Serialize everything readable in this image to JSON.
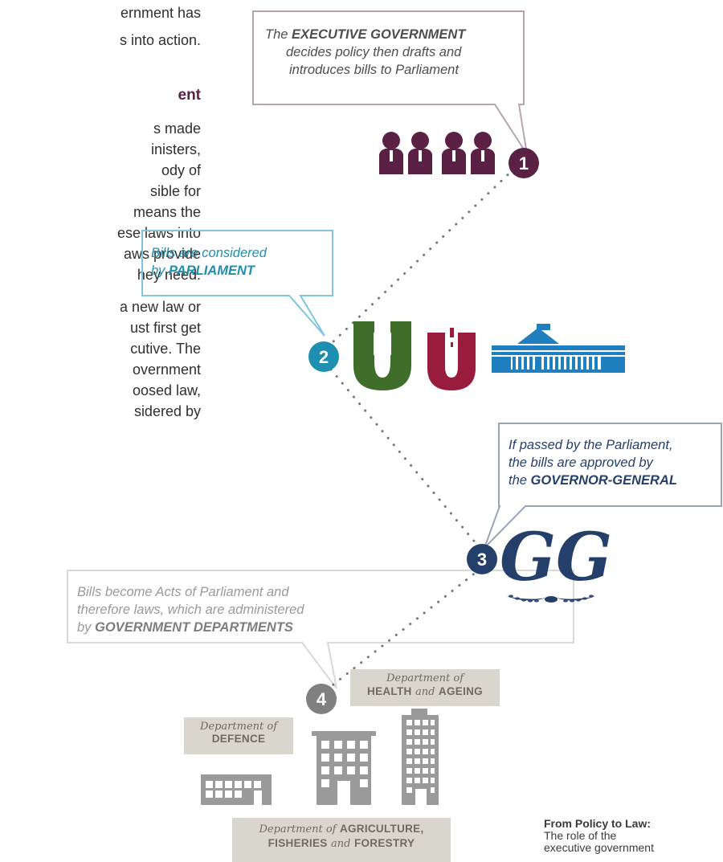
{
  "left_text": {
    "lines_top": [
      "ernment has",
      "s into action."
    ],
    "heading": "ent",
    "para1": [
      "s made",
      "inisters,",
      "ody of",
      "sible for",
      "means the",
      "ese laws into",
      "aws provide",
      "hey need."
    ],
    "para2": [
      "a new law or",
      "ust first get",
      "cutive. The",
      "overnment",
      "oosed law,",
      "sidered by"
    ]
  },
  "steps": {
    "s1": {
      "number": "1",
      "pre": "The ",
      "bold": "EXECUTIVE GOVERNMENT",
      "rest1": "decides policy then drafts and",
      "rest2": "introduces bills to Parliament"
    },
    "s2": {
      "number": "2",
      "line1": "Bills are considered",
      "pre": "by ",
      "bold": "PARLIAMENT"
    },
    "s3": {
      "number": "3",
      "line1": "If passed by the Parliament,",
      "line2": "the bills are approved by",
      "pre": "the ",
      "bold": "GOVERNOR-GENERAL",
      "logo": "GG"
    },
    "s4": {
      "number": "4",
      "line1": "Bills become Acts of Parliament and",
      "line2": "therefore laws, which are administered",
      "pre": "by ",
      "bold": "GOVERNMENT DEPARTMENTS"
    }
  },
  "departments": {
    "health": {
      "script": "Department of",
      "caps1": "HEALTH",
      "and": "and",
      "caps2": "AGEING"
    },
    "defence": {
      "script": "Department of",
      "caps1": "DEFENCE"
    },
    "agriculture": {
      "script": "Department of",
      "caps1": "AGRICULTURE,",
      "caps2": "FISHERIES",
      "and": "and",
      "caps3": "FORESTRY"
    }
  },
  "caption": {
    "title": "From Policy to Law:",
    "line1": "The role of the",
    "line2": "executive government"
  },
  "colors": {
    "purple": "#5b2145",
    "teal": "#1e8fb0",
    "green": "#3f6d2a",
    "red": "#9a1c3c",
    "blue": "#1f7fbf",
    "navy": "#253f6b",
    "grey": "#cfcfcf",
    "building": "#9a9a9a"
  }
}
